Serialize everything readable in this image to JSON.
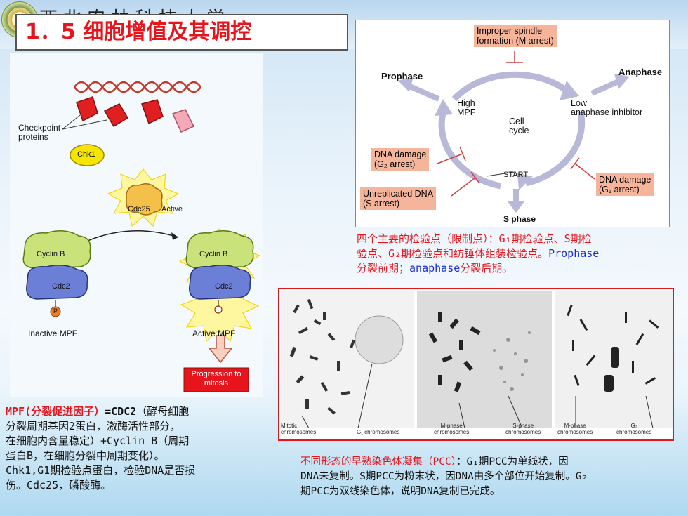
{
  "header": {
    "school_name": "西北农林科技大学",
    "title": "1．5 细胞增值及其调控"
  },
  "left_figure": {
    "checkpoint_label": "Checkpoint\nproteins",
    "chk1": "Chk1",
    "cdc25": "Cdc25",
    "active": "Active",
    "cyclin_b": "Cyclin B",
    "cdc2": "Cdc2",
    "p": "P",
    "inactive_mpf": "Inactive MPF",
    "active_mpf": "Active MPF",
    "progression": "Progression to\nmitosis"
  },
  "left_text": {
    "line1_red": "MPF(分裂促进因子）",
    "line1_eq": "=CDC2",
    "line1_rest": "（酵母细胞",
    "line2": "分裂周期基因2蛋白，激酶活性部分，",
    "line3": "在细胞内含量稳定）+Cyclin B（周期",
    "line4": "蛋白B，在细胞分裂中周期变化）。",
    "line5": "Chk1,G1期检验点蛋白，检验DNA是否损",
    "line6": "伤。Cdc25，磷酸酶。"
  },
  "cycle_figure": {
    "spindle": "Improper spindle\nformation (M arrest)",
    "prophase": "Prophase",
    "anaphase": "Anaphase",
    "high_mpf": "High\nMPF",
    "low_inhibitor": "Low\nanaphase inhibitor",
    "cell_cycle": "Cell\ncycle",
    "dna_damage_g2": "DNA damage\n(G₂ arrest)",
    "start": "START",
    "dna_damage_g1": "DNA damage\n(G₁ arrest)",
    "unreplicated": "Unreplicated DNA\n(S arrest)",
    "s_phase": "S phase"
  },
  "right_text_top": {
    "line1": "四个主要的检验点（限制点）：G₁期检验点、S期检",
    "line2": "验点、G₂期检验点和纺锤体组装检验点。",
    "line2_blue": "Prophase",
    "line3_red": "分裂前期；",
    "line3_blue": "anaphase",
    "line3_red2": "分裂后期",
    "line3_end": "。"
  },
  "photo_captions": {
    "mitotic": "Mitotic\nchromosomes",
    "g1": "G₁ chromosomes",
    "mphase1": "M-phase\nchromosomes",
    "sphase": "S-phase\nchromosomes",
    "mphase2": "M-phase\nchromosomes",
    "g2": "G₂\nchromosomes"
  },
  "right_text_bottom": {
    "line1_red": "不同形态的早熟染色体凝集（PCC）",
    "line1_rest": "：G₁期PCC为单线状，因",
    "line2": "DNA未复制。S期PCC为粉末状，因DNA由多个部位开始复制。G₂",
    "line3": "期PCC为双线染色体，说明DNA复制已完成。"
  }
}
